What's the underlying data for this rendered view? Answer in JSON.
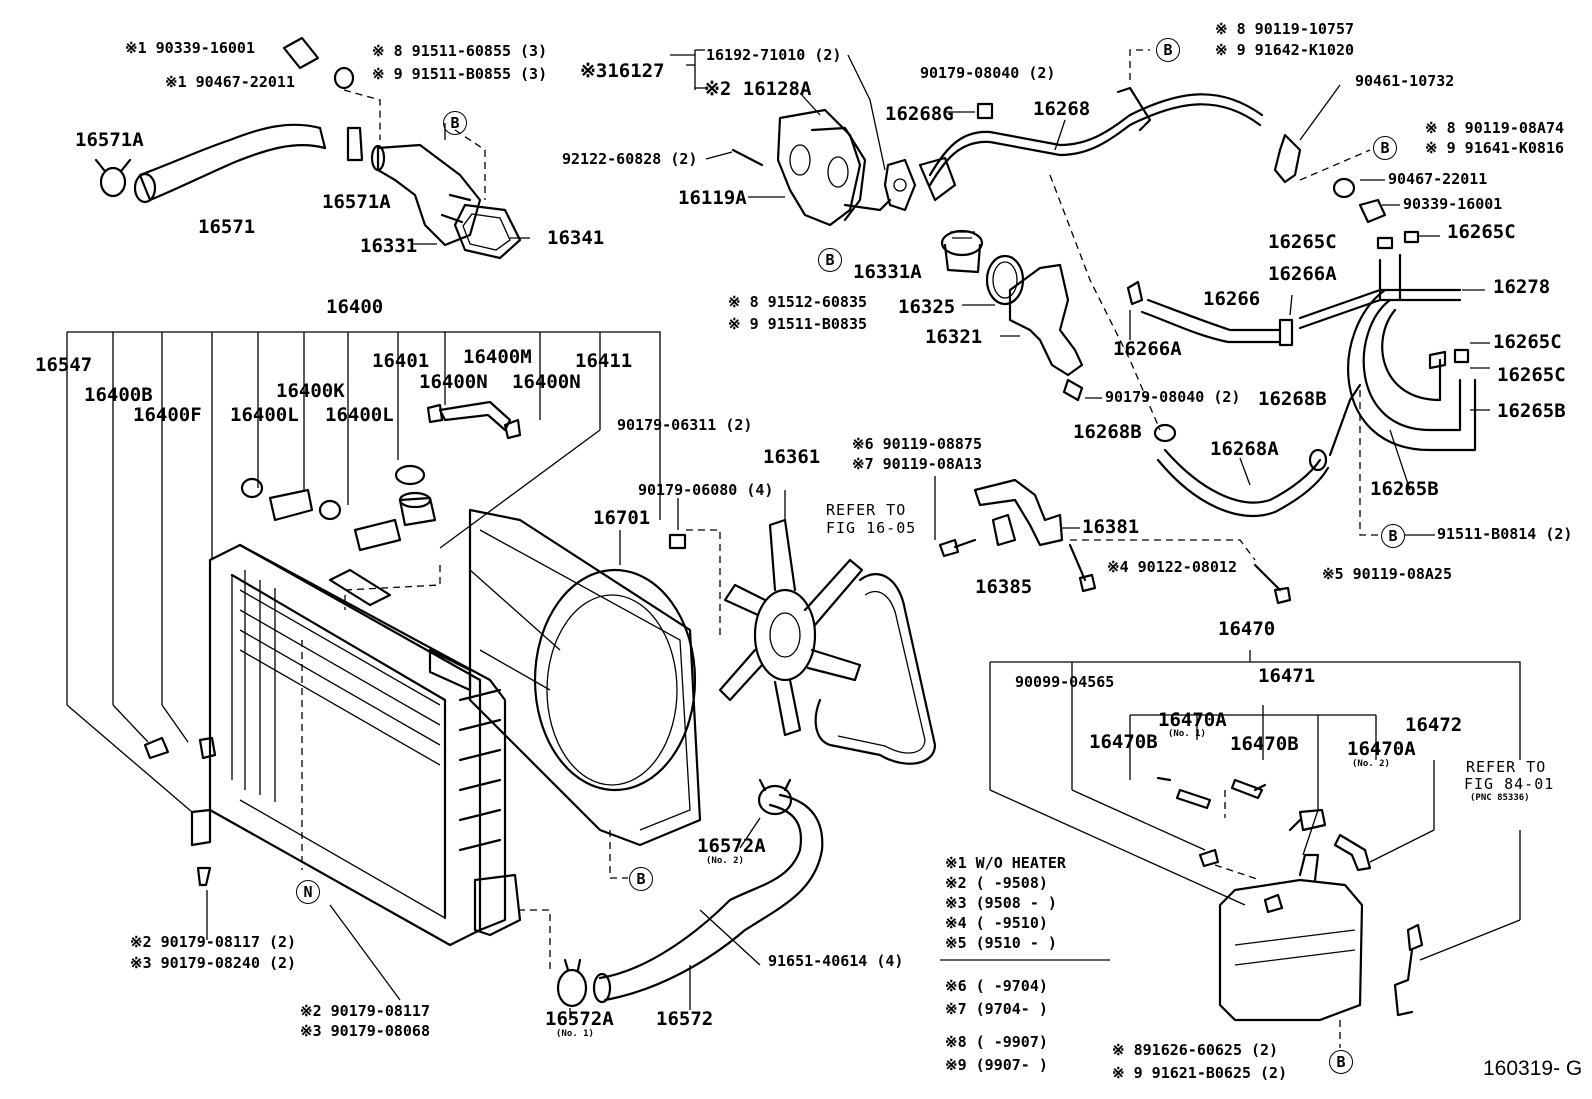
{
  "diagram_id": "160319- G",
  "labels": {
    "l90339_16001_top": "※1 90339-16001",
    "l90467_22011_top": "※1 90467-22011",
    "l91511_60855": "※ 8  91511-60855 (3)",
    "l91511_b0855": "※ 9  91511-B0855 (3)",
    "l316127": "※316127",
    "l16192_71010": "16192-71010 (2)",
    "l16128a": "※2  16128A",
    "l90179_08040_top": "90179-08040 (2)",
    "l90119_10757": "※ 8 90119-10757",
    "l91642_k1020": "※ 9 91642-K1020",
    "l90461_10732": "90461-10732",
    "l90119_08a74": "※ 8  90119-08A74",
    "l91641_k0816": "※ 9  91641-K0816",
    "l90467_22011_right": "90467-22011",
    "l90339_16001_right": "90339-16001",
    "l16571a_left": "16571A",
    "l16571": "16571",
    "l16571a_mid": "16571A",
    "l16331": "16331",
    "l16341": "16341",
    "l92122_60828": "92122-60828 (2)",
    "l16119a": "16119A",
    "l16268g": "16268G",
    "l16268": "16268",
    "l16265c_1": "16265C",
    "l16265c_2": "16265C",
    "l16331a": "16331A",
    "l16325": "16325",
    "l16321": "16321",
    "l91512_60835": "※ 8  91512-60835",
    "l91511_b0835": "※ 9  91511-B0835",
    "l16266": "16266",
    "l16266a_top": "16266A",
    "l16266a_left": "16266A",
    "l16278": "16278",
    "l16265c_3": "16265C",
    "l16265c_4": "16265C",
    "l16265b_1": "16265B",
    "l16265b_2": "16265B",
    "l90179_08040_mid": "90179-08040 (2)",
    "l16268b_r": "16268B",
    "l16268b_l": "16268B",
    "l16268a": "16268A",
    "l91511_b0814": "91511-B0814 (2)",
    "l16400": "16400",
    "l16547": "16547",
    "l16400b": "16400B",
    "l16400f": "16400F",
    "l16400l_1": "16400L",
    "l16400k": "16400K",
    "l16400l_2": "16400L",
    "l16401": "16401",
    "l16400m": "16400M",
    "l16400n_1": "16400N",
    "l16400n_2": "16400N",
    "l16411": "16411",
    "l90179_06311": "90179-06311 (2)",
    "l90119_08875": "※6  90119-08875",
    "l90119_08a13": "※7  90119-08A13",
    "l16361": "16361",
    "l90179_06080": "90179-06080 (4)",
    "l16701": "16701",
    "refer_1605_a": "REFER TO",
    "refer_1605_b": "FIG 16-05",
    "l16381": "16381",
    "l16385": "16385",
    "l90122_08012": "※4  90122-08012",
    "l90119_08a25": "※5  90119-08A25",
    "l16470": "16470",
    "l90099_04565": "90099-04565",
    "l16471": "16471",
    "l16470a_1": "16470A",
    "l16470a_1_note": "(No. 1)",
    "l16470b_1": "16470B",
    "l16470b_2": "16470B",
    "l16470a_2": "16470A",
    "l16470a_2_note": "(No. 2)",
    "l16472": "16472",
    "refer_8401_a": "REFER TO",
    "refer_8401_b": "FIG 84-01",
    "refer_8401_c": "(PNC 85336)",
    "l16572a_1": "16572A",
    "l16572a_1_note": "(No. 2)",
    "l91651_40614": "91651-40614 (4)",
    "l16572a_2": "16572A",
    "l16572a_2_note": "(No. 1)",
    "l16572": "16572",
    "l90179_08117_2": "※2  90179-08117 (2)",
    "l90179_08240_2": "※3  90179-08240 (2)",
    "l90179_08117": "※2  90179-08117",
    "l90179_08068": "※3  90179-08068",
    "l91626_60625": "※ 891626-60625 (2)",
    "l91621_b0625": "※ 9  91621-B0625 (2)"
  },
  "markers": {
    "b": "B",
    "n": "N"
  },
  "notes": {
    "n1": "※1 W/O HEATER",
    "n2": "※2 (       -9508)",
    "n3": "※3 (9508 -       )",
    "n4": "※4 (       -9510)",
    "n5": "※5 (9510 -       )",
    "n6": "※6  (       -9704)",
    "n7": "※7  (9704-       )",
    "n8": "※8  (       -9907)",
    "n9": "※9  (9907-       )"
  }
}
